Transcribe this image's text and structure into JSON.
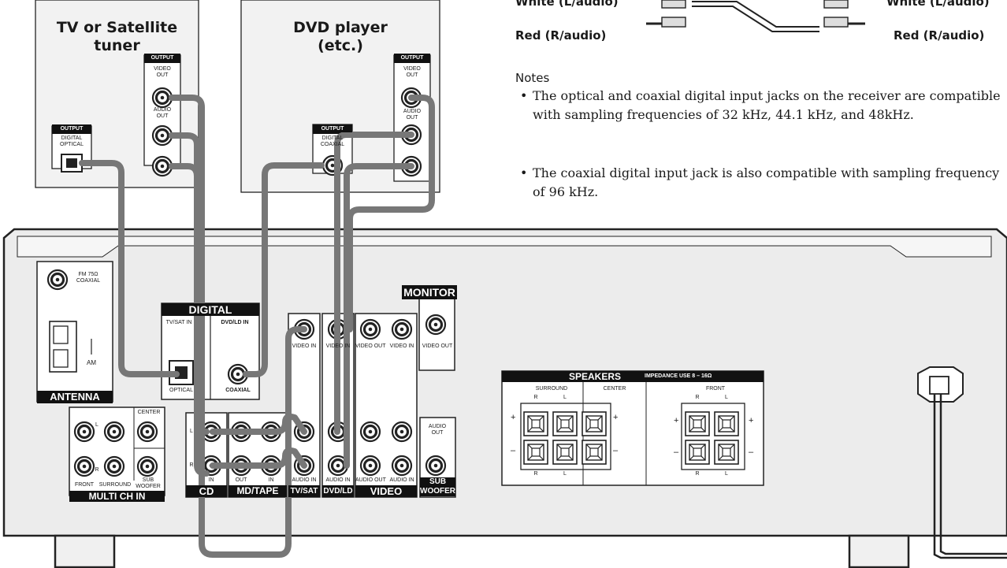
{
  "sources": {
    "tv": {
      "title_1": "TV or Satellite",
      "title_2": "tuner",
      "output_tag_video": "OUTPUT",
      "video_out": "VIDEO OUT",
      "audio_out": "AUDIO OUT",
      "output_tag_digital": "OUTPUT",
      "digital_optical": "DIGITAL OPTICAL"
    },
    "dvd": {
      "title_1": "DVD player",
      "title_2": "(etc.)",
      "output_tag_video": "OUTPUT",
      "video_out": "VIDEO OUT",
      "audio_out": "AUDIO OUT",
      "output_tag_digital": "OUTPUT",
      "digital_coaxial": "DIGITAL COAXIAL"
    }
  },
  "cable_legend": {
    "white_left": "White (L/audio)",
    "white_right": "White (L/audio)",
    "red_left": "Red (R/audio)",
    "red_right": "Red (R/audio)"
  },
  "notes": {
    "heading": "Notes",
    "items": [
      "The optical and coaxial digital input jacks on the receiver are compatible with sampling frequencies of 32 kHz, 44.1 kHz, and 48kHz.",
      "The coaxial digital input jack is also compatible with sampling frequency of 96 kHz."
    ]
  },
  "receiver": {
    "antenna": {
      "fm": "FM 75Ω COAXIAL",
      "am": "AM",
      "label": "ANTENNA"
    },
    "digital": {
      "label": "DIGITAL",
      "tvsat_in": "TV/SAT IN",
      "dvdld_in": "DVD/LD IN",
      "optical": "OPTICAL",
      "coaxial": "COAXIAL"
    },
    "multi_ch": {
      "label": "MULTI CH IN",
      "front": "FRONT",
      "surround": "SURROUND",
      "center": "CENTER",
      "sub_woofer": "SUB WOOFER",
      "l": "L",
      "r": "R"
    },
    "cd": {
      "label": "CD",
      "in": "IN",
      "l": "L",
      "r": "R"
    },
    "md_tape": {
      "label": "MD/TAPE",
      "out": "OUT",
      "in": "IN"
    },
    "tvsat": {
      "label": "TV/SAT",
      "video_in": "VIDEO IN",
      "audio_in": "AUDIO IN"
    },
    "dvdld": {
      "label": "DVD/LD",
      "video_in": "VIDEO IN",
      "audio_in": "AUDIO IN"
    },
    "video": {
      "label": "VIDEO",
      "video_out": "VIDEO OUT",
      "video_in": "VIDEO IN",
      "audio_out": "AUDIO OUT",
      "audio_in": "AUDIO IN"
    },
    "monitor": {
      "label": "MONITOR",
      "video_out": "VIDEO OUT"
    },
    "sub_woofer": {
      "audio_out": "AUDIO OUT",
      "label": "SUB WOOFER"
    },
    "speakers": {
      "label": "SPEAKERS",
      "impedance": "IMPEDANCE USE 8 – 16Ω",
      "surround": "SURROUND",
      "center": "CENTER",
      "front": "FRONT",
      "r": "R",
      "l": "L",
      "plus": "+",
      "minus": "–"
    }
  }
}
